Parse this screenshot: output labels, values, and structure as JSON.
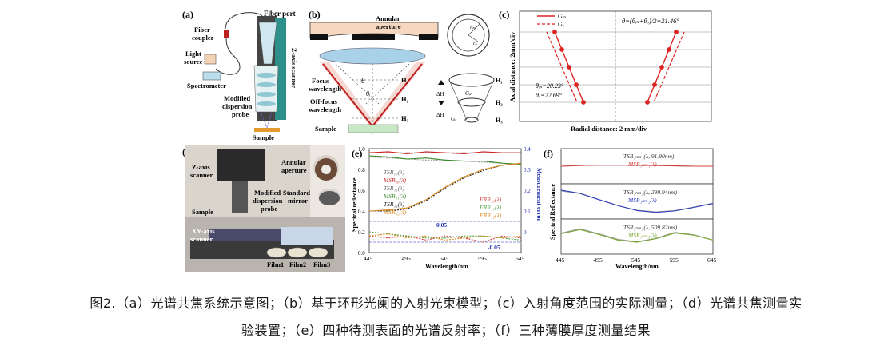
{
  "panel_labels": {
    "a": "(a)",
    "b": "(b)",
    "c": "(c)",
    "d": "(d)",
    "e": "(e)",
    "f": "(f)"
  },
  "panel_a": {
    "fiber_port": "Fiber port",
    "fiber_coupler_1": "Fiber",
    "fiber_coupler_2": "coupler",
    "light_source_1": "Light",
    "light_source_2": "source",
    "spectrometer": "Spectrometer",
    "z_axis_scanner": "Z-axis scanner",
    "probe_1": "Modified",
    "probe_2": "dispersion",
    "probe_3": "probe",
    "sample": "Sample"
  },
  "panel_b": {
    "annular_1": "Annular",
    "annular_2": "aperture",
    "focus_1": "Focus",
    "focus_2": "wavelength",
    "offfocus_1": "Off-focus",
    "offfocus_2": "wavelength",
    "sample": "Sample",
    "h1": "H₁",
    "h2": "H₂",
    "h3": "H₃",
    "theta": "θ",
    "theta_i": "θᵢ"
  },
  "panel_b2": {
    "r_in": "rᵢₙ",
    "r_o": "rₒ",
    "h1": "H₁",
    "h2": "H₂",
    "h3": "H₃",
    "g_in": "Gᵢₙ",
    "g_o": "Gₒ",
    "dh": "ΔH"
  },
  "panel_c": {
    "legend_1": "Gᵢₙ",
    "legend_2": "Gₒ",
    "formula": "θ=(θᵢₙ+θₒ)/2=21.46°",
    "ylabel": "Axial distance: 2mm/div",
    "xlabel": "Radial distance: 2 mm/div",
    "theta_in": "θᵢₙ=20.23°",
    "theta_o": "θₒ=22.69°"
  },
  "panel_d": {
    "z_axis_1": "Z-axis",
    "z_axis_2": "scanner",
    "probe_1": "Modified",
    "probe_2": "dispersion",
    "probe_3": "probe",
    "annular_1": "Annular",
    "annular_2": "aperture",
    "standard_1": "Standard",
    "standard_2": "mirror",
    "sample": "Sample",
    "xy_1": "XY-axis",
    "xy_2": "scanner",
    "film1": "Film1",
    "film2": "Film2",
    "film3": "Film3"
  },
  "chart_data": [
    {
      "type": "line",
      "title": "",
      "xlabel": "Wavelength/nm",
      "ylabel": "Spectral reflectance",
      "y2label": "Measurement error",
      "x_ticks": [
        "445",
        "495",
        "545",
        "595",
        "645"
      ],
      "y_ticks": [
        "0.0",
        "0.2",
        "0.4",
        "0.6",
        "0.8",
        "1.0"
      ],
      "y2_ticks": [
        "0",
        "0.1",
        "0.2",
        "0.3",
        "0.4"
      ],
      "xlim": [
        445,
        645
      ],
      "ylim": [
        0,
        1.0
      ],
      "y2lim": [
        -0.1,
        0.4
      ],
      "legend_left": [
        "TSR₁₀(λ)",
        "MSR₁₀(λ)",
        "TSR₁₁(λ)",
        "MSR₁₁(λ)",
        "TSR₁₂(λ)",
        "MSR₁₂(λ)"
      ],
      "legend_right": [
        "ERR₁₀(λ)",
        "ERR₁₁(λ)",
        "ERR₁₂(λ)"
      ],
      "annotations": [
        "0.05",
        "-0.05"
      ],
      "x": [
        445,
        470,
        495,
        520,
        545,
        570,
        595,
        620,
        645
      ],
      "series": [
        {
          "name": "TSR₁₀(λ)",
          "color": "#9a9a9a",
          "values": [
            0.96,
            0.96,
            0.96,
            0.96,
            0.96,
            0.96,
            0.96,
            0.96,
            0.96
          ]
        },
        {
          "name": "MSR₁₀(λ)",
          "color": "#cc2222",
          "values": [
            0.96,
            0.97,
            0.95,
            0.97,
            0.96,
            0.95,
            0.97,
            0.96,
            0.96
          ]
        },
        {
          "name": "TSR₁₁(λ)",
          "color": "#9a9a9a",
          "values": [
            0.92,
            0.91,
            0.9,
            0.89,
            0.89,
            0.88,
            0.87,
            0.86,
            0.84
          ]
        },
        {
          "name": "MSR₁₁(λ)",
          "color": "#3a8a2a",
          "values": [
            0.93,
            0.92,
            0.9,
            0.91,
            0.89,
            0.88,
            0.88,
            0.86,
            0.85
          ]
        },
        {
          "name": "TSR₁₂(λ)",
          "color": "#222222",
          "values": [
            0.4,
            0.4,
            0.42,
            0.5,
            0.62,
            0.72,
            0.79,
            0.84,
            0.86
          ]
        },
        {
          "name": "MSR₁₂(λ)",
          "color": "#d98a1a",
          "values": [
            0.4,
            0.41,
            0.43,
            0.51,
            0.63,
            0.73,
            0.8,
            0.84,
            0.86
          ]
        },
        {
          "name": "ERR₁₀(λ)",
          "color": "#cc4444",
          "axis": "right",
          "values": [
            -0.02,
            -0.03,
            -0.02,
            -0.04,
            -0.02,
            -0.03,
            -0.05,
            -0.02,
            -0.03
          ]
        },
        {
          "name": "ERR₁₁(λ)",
          "color": "#5aa04a",
          "axis": "right",
          "values": [
            0.0,
            -0.01,
            -0.02,
            -0.03,
            -0.03,
            -0.02,
            -0.02,
            -0.03,
            -0.04
          ]
        },
        {
          "name": "ERR₁₂(λ)",
          "color": "#d98a1a",
          "axis": "right",
          "values": [
            -0.02,
            -0.01,
            -0.03,
            -0.02,
            -0.04,
            -0.03,
            -0.02,
            -0.03,
            -0.02
          ]
        }
      ]
    },
    {
      "type": "line",
      "title": "",
      "xlabel": "Wavelength/nm",
      "ylabel": "Spectral Reflectance",
      "x_ticks": [
        "445",
        "495",
        "545",
        "595",
        "645"
      ],
      "xlim": [
        445,
        645
      ],
      "x": [
        445,
        470,
        495,
        520,
        545,
        570,
        595,
        620,
        645
      ],
      "subplots": [
        {
          "legend": [
            "TSR₁ₙₘ₁(λ, 91.90nm)",
            "MSR₁ₙₘ₁(λ)"
          ],
          "series": [
            {
              "name": "TSR",
              "color": "#999999",
              "values": [
                0.5,
                0.52,
                0.53,
                0.53,
                0.53,
                0.52,
                0.51,
                0.5,
                0.5
              ]
            },
            {
              "name": "MSR",
              "color": "#d04040",
              "values": [
                0.5,
                0.52,
                0.53,
                0.53,
                0.53,
                0.52,
                0.51,
                0.5,
                0.5
              ]
            }
          ]
        },
        {
          "legend": [
            "TSR₁ₙₘ₂(λ, 299.94nm)",
            "MSR₁ₙₘ₂(λ)"
          ],
          "series": [
            {
              "name": "TSR",
              "color": "#999999",
              "values": [
                0.8,
                0.72,
                0.55,
                0.38,
                0.25,
                0.2,
                0.24,
                0.34,
                0.45
              ]
            },
            {
              "name": "MSR",
              "color": "#3040c0",
              "values": [
                0.82,
                0.73,
                0.55,
                0.38,
                0.24,
                0.19,
                0.23,
                0.33,
                0.44
              ]
            }
          ]
        },
        {
          "legend": [
            "TSR₁ₙₘ₃(λ, 509.82nm)",
            "MSR₁ₙₘ₃(λ)"
          ],
          "series": [
            {
              "name": "TSR",
              "color": "#999999",
              "values": [
                0.6,
                0.72,
                0.58,
                0.42,
                0.35,
                0.45,
                0.62,
                0.55,
                0.4
              ]
            },
            {
              "name": "MSR",
              "color": "#7aa830",
              "values": [
                0.58,
                0.7,
                0.56,
                0.4,
                0.34,
                0.44,
                0.6,
                0.54,
                0.4
              ]
            }
          ]
        }
      ]
    }
  ],
  "caption": {
    "line1": "图2.（a）光谱共焦系统示意图；（b）基于环形光阑的入射光束模型；（c）入射角度范围的实际测量；（d）光谱共焦测量实",
    "line2": "验装置；（e）四种待测表面的光谱反射率；（f）三种薄膜厚度测量结果"
  }
}
